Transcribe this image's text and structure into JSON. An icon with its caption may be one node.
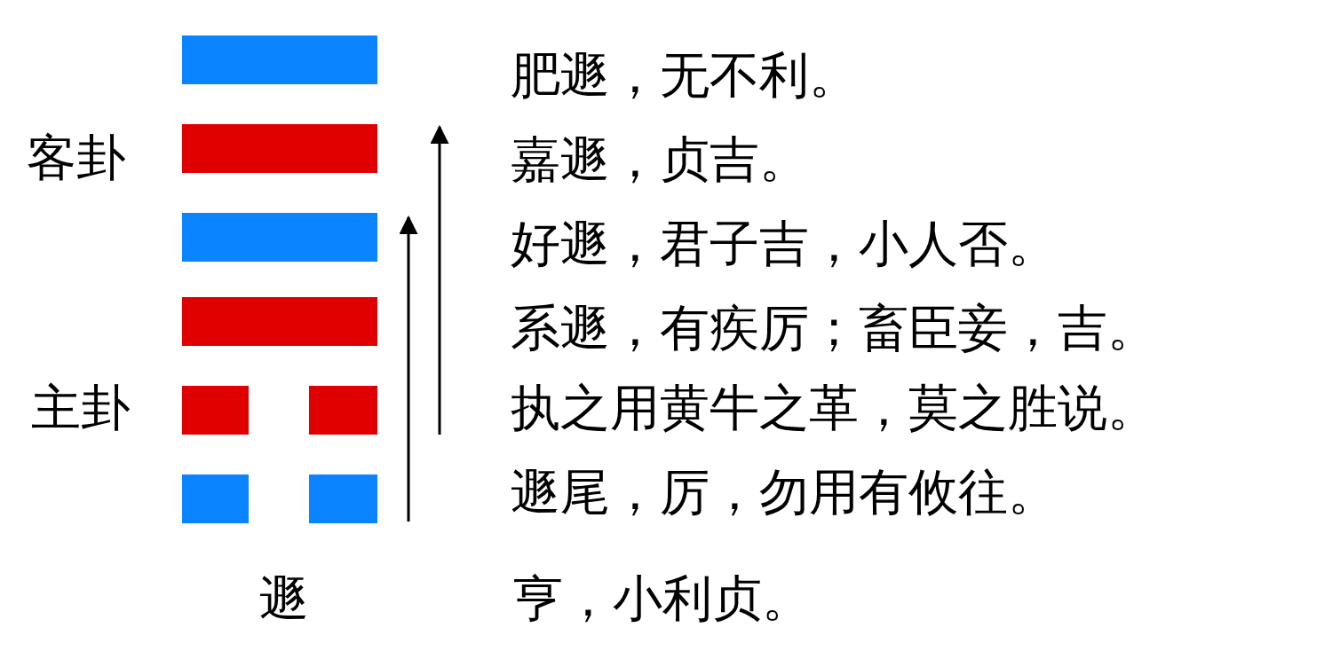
{
  "diagram": {
    "labels": [
      "肥遯，无不利。",
      "客卦",
      "嘉遯，贞吉。",
      "好遯，君子吉，小人否。",
      "系遯，有疾厉；畜臣妾，吉。",
      "主卦",
      "执之用黄牛之革，莫之胜说。",
      "遯尾，厉，勿用有攸往。",
      "遯",
      "亨，小利贞。"
    ]
  }
}
